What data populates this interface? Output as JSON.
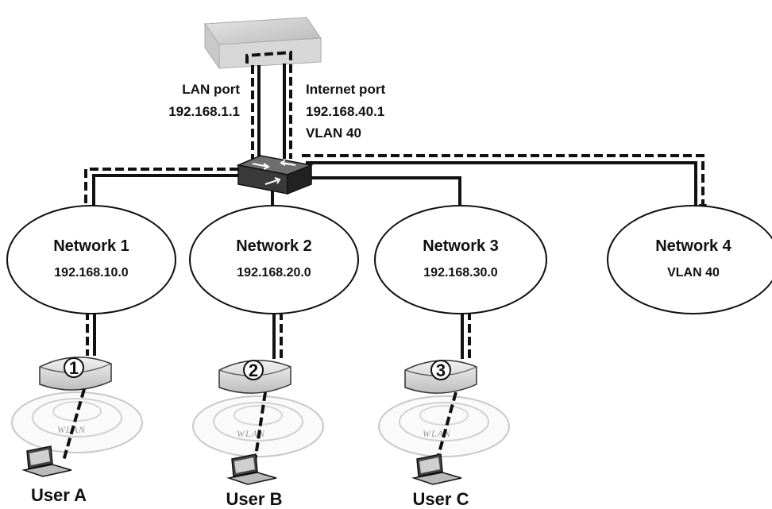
{
  "router": {
    "lan_port_label": "LAN port",
    "lan_port_ip": "192.168.1.1",
    "internet_port_label": "Internet port",
    "internet_port_ip": "192.168.40.1",
    "internet_port_vlan": "VLAN 40"
  },
  "networks": [
    {
      "name": "Network 1",
      "address": "192.168.10.0"
    },
    {
      "name": "Network 2",
      "address": "192.168.20.0"
    },
    {
      "name": "Network 3",
      "address": "192.168.30.0"
    },
    {
      "name": "Network 4",
      "address": "VLAN 40"
    }
  ],
  "access_points": [
    {
      "number": "1",
      "wlan_label": "WLAN",
      "user": "User A"
    },
    {
      "number": "2",
      "wlan_label": "WLAN",
      "user": "User B"
    },
    {
      "number": "3",
      "wlan_label": "WLAN",
      "user": "User C"
    }
  ]
}
